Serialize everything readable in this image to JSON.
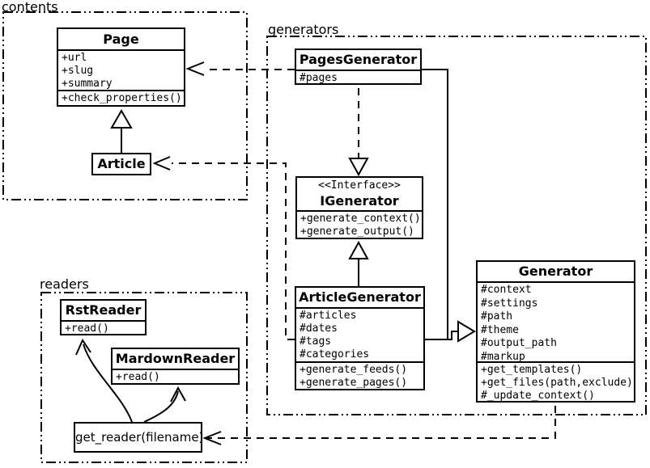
{
  "packages": {
    "contents": {
      "label": "contents"
    },
    "generators": {
      "label": "generators"
    },
    "readers": {
      "label": "readers"
    }
  },
  "classes": {
    "page": {
      "title": "Page",
      "attributes": [
        "+url",
        "+slug",
        "+summary"
      ],
      "methods": [
        "+check_properties()"
      ]
    },
    "article": {
      "title": "Article"
    },
    "pages_generator": {
      "title": "PagesGenerator",
      "attributes": [
        "#pages"
      ]
    },
    "igenerator": {
      "stereotype": "<<Interface>>",
      "title": "IGenerator",
      "methods": [
        "+generate_context()",
        "+generate_output()"
      ]
    },
    "article_generator": {
      "title": "ArticleGenerator",
      "attributes": [
        "#articles",
        "#dates",
        "#tags",
        "#categories"
      ],
      "methods": [
        "+generate_feeds()",
        "+generate_pages()"
      ]
    },
    "generator": {
      "title": "Generator",
      "attributes": [
        "#context",
        "#settings",
        "#path",
        "#theme",
        "#output_path",
        "#markup"
      ],
      "methods": [
        "+get_templates()",
        "+get_files(path,exclude)",
        "#_update_context()"
      ]
    },
    "rst_reader": {
      "title": "RstReader",
      "methods": [
        "+read()"
      ]
    },
    "mardown_reader": {
      "title": "MardownReader",
      "methods": [
        "+read()"
      ]
    },
    "get_reader": {
      "label": "get_reader(filename)"
    }
  },
  "colors": {
    "ink": "#000000",
    "paper": "#ffffff"
  }
}
